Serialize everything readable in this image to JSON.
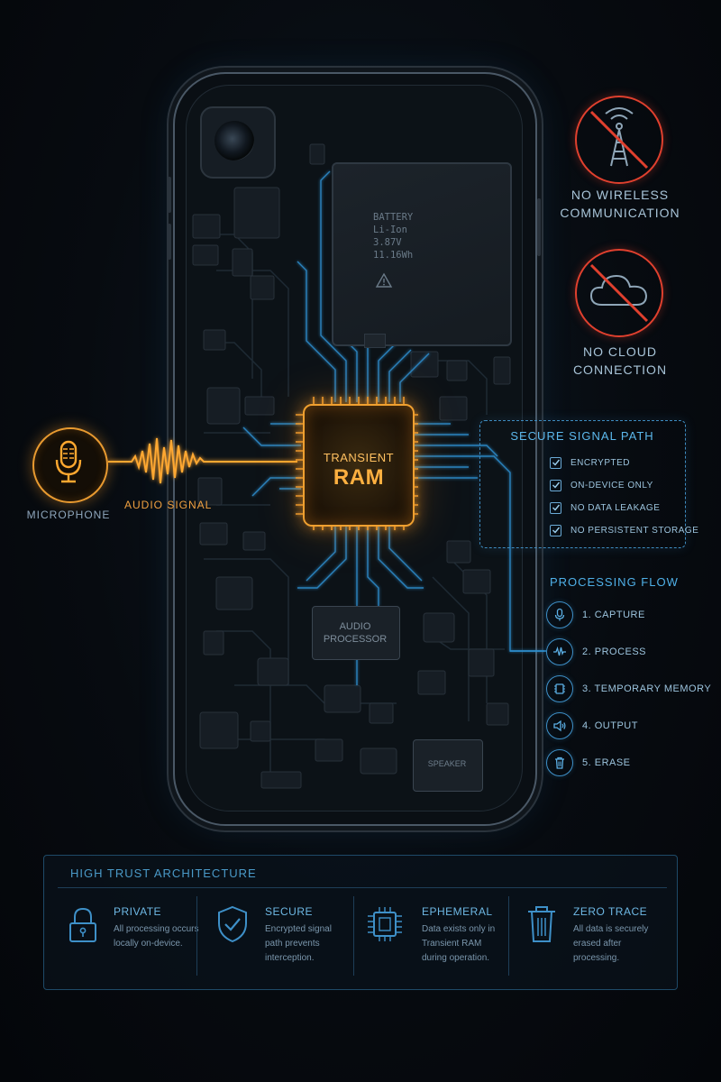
{
  "battery": {
    "lines": [
      "BATTERY",
      "Li-Ion",
      "3.87V",
      "11.16Wh"
    ],
    "warning_icon": "warning-triangle-icon"
  },
  "ram_chip": {
    "line1": "TRANSIENT",
    "line2": "RAM"
  },
  "audio_processor": {
    "line1": "AUDIO",
    "line2": "PROCESSOR"
  },
  "speaker": {
    "label": "SPEAKER"
  },
  "microphone": {
    "label": "MICROPHONE",
    "icon": "microphone-icon"
  },
  "audio_signal": {
    "label": "AUDIO SIGNAL"
  },
  "warnings": [
    {
      "icon": "no-wireless-icon",
      "line1": "NO WIRELESS",
      "line2": "COMMUNICATION"
    },
    {
      "icon": "no-cloud-icon",
      "line1": "NO CLOUD",
      "line2": "CONNECTION"
    }
  ],
  "secure_path": {
    "title": "SECURE SIGNAL PATH",
    "items": [
      "ENCRYPTED",
      "ON-DEVICE ONLY",
      "NO DATA LEAKAGE",
      "NO PERSISTENT STORAGE"
    ]
  },
  "processing_flow": {
    "title": "PROCESSING FLOW",
    "steps": [
      {
        "label": "1. CAPTURE",
        "icon": "microphone-icon"
      },
      {
        "label": "2. PROCESS",
        "icon": "waveform-icon"
      },
      {
        "label": "3. TEMPORARY MEMORY",
        "icon": "chip-icon"
      },
      {
        "label": "4. OUTPUT",
        "icon": "speaker-icon"
      },
      {
        "label": "5. ERASE",
        "icon": "trash-icon"
      }
    ]
  },
  "architecture": {
    "title": "HIGH TRUST ARCHITECTURE",
    "features": [
      {
        "icon": "lock-icon",
        "title": "PRIVATE",
        "body": "All processing occurs locally on-device."
      },
      {
        "icon": "shield-check-icon",
        "title": "SECURE",
        "body": "Encrypted signal path prevents interception."
      },
      {
        "icon": "chip-icon",
        "title": "EPHEMERAL",
        "body": "Data exists only in Transient RAM during operation."
      },
      {
        "icon": "trash-icon",
        "title": "ZERO TRACE",
        "body": "All data is securely erased after processing."
      }
    ]
  },
  "colors": {
    "accent_orange": "#f0a030",
    "accent_blue": "#3e9ad6",
    "warning_red": "#e0402e",
    "background": "#070b10"
  }
}
